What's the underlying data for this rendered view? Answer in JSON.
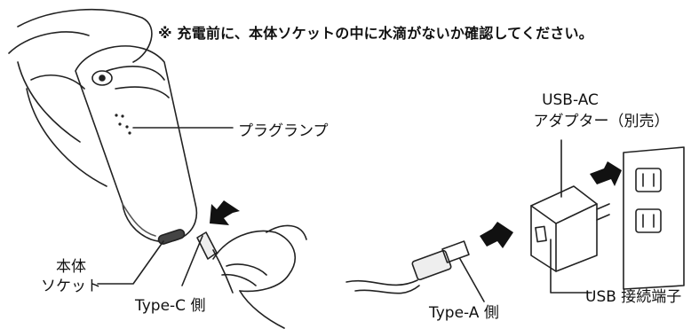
{
  "note": "※ 充電前に、本体ソケットの中に水滴がないか確認してください。",
  "labels": {
    "plug_lamp": "プラグランプ",
    "adapter_line1": "USB-AC",
    "adapter_line2": "アダプター（別売）",
    "body_socket_line1": "本体",
    "body_socket_line2": "ソケット",
    "type_c": "Type-C 側",
    "type_a": "Type-A 側",
    "usb_port": "USB 接続端子"
  }
}
